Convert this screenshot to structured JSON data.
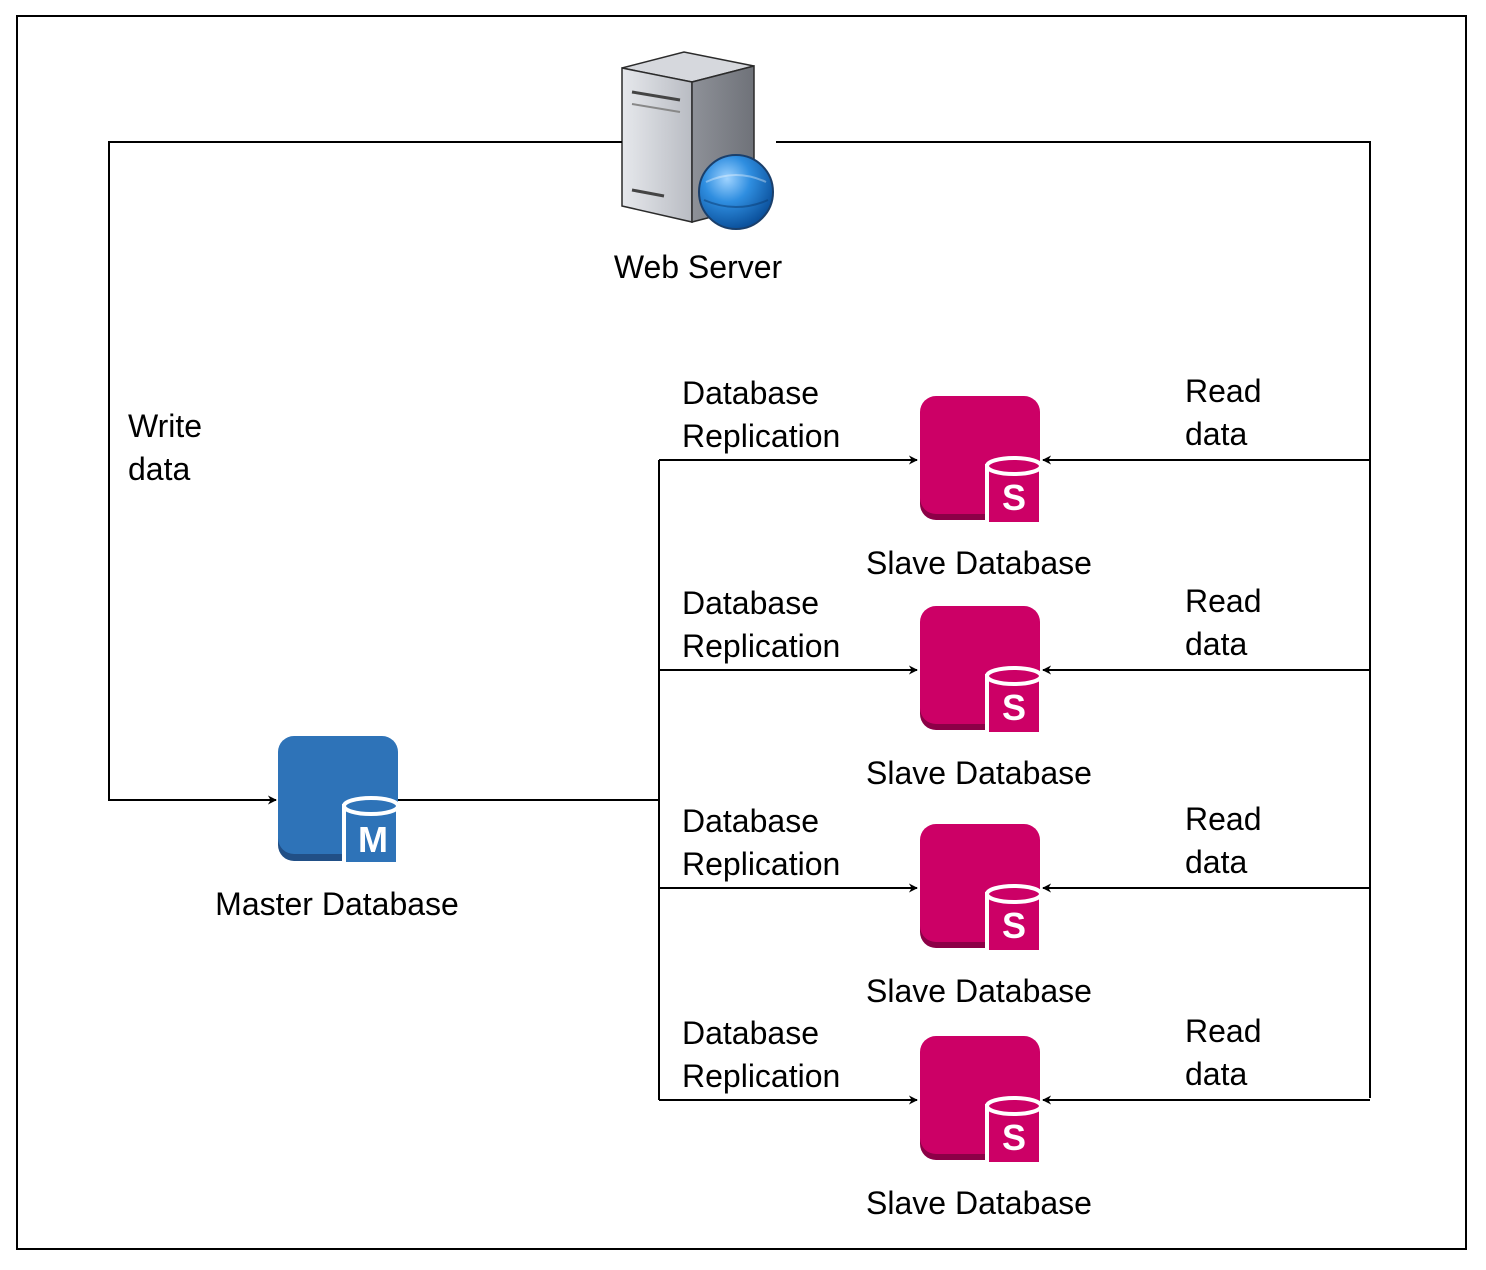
{
  "web_server": {
    "label": "Web Server"
  },
  "master": {
    "label": "Master Database",
    "badge": "M",
    "color": "#2E73B8"
  },
  "slaves": [
    {
      "label": "Slave Database",
      "badge": "S",
      "repl_line1": "Database",
      "repl_line2": "Replication",
      "read_line1": "Read",
      "read_line2": "data"
    },
    {
      "label": "Slave Database",
      "badge": "S",
      "repl_line1": "Database",
      "repl_line2": "Replication",
      "read_line1": "Read",
      "read_line2": "data"
    },
    {
      "label": "Slave Database",
      "badge": "S",
      "repl_line1": "Database",
      "repl_line2": "Replication",
      "read_line1": "Read",
      "read_line2": "data"
    },
    {
      "label": "Slave Database",
      "badge": "S",
      "repl_line1": "Database",
      "repl_line2": "Replication",
      "read_line1": "Read",
      "read_line2": "data"
    }
  ],
  "slave_color": "#CC0066",
  "write_label": {
    "line1": "Write",
    "line2": "data"
  }
}
